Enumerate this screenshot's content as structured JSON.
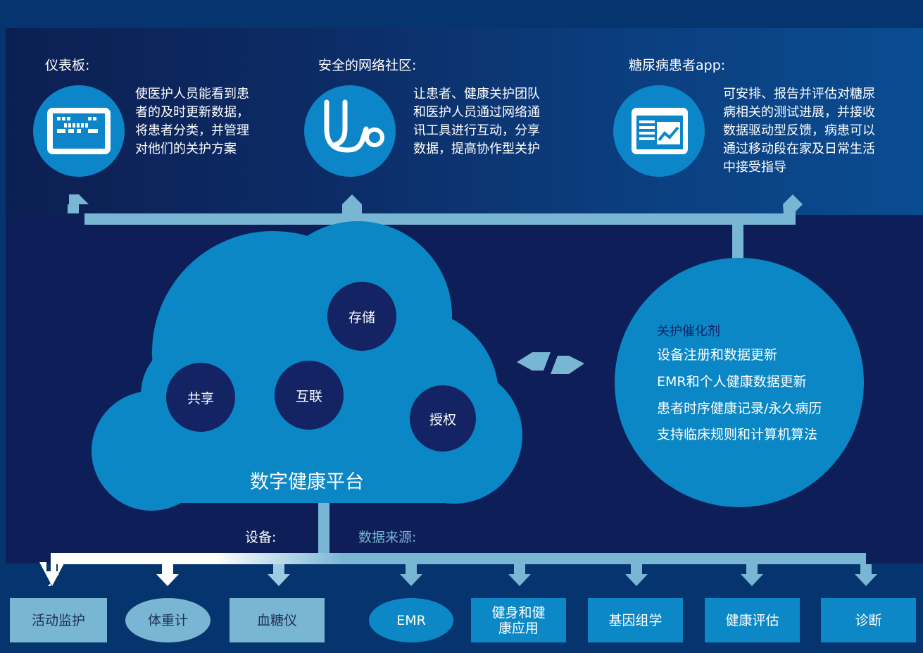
{
  "colors": {
    "accent_blue": "#0d88c6",
    "light_blue": "#79b6d4",
    "dark_navy": "#142363",
    "background": "#06346e"
  },
  "top": {
    "dashboard": {
      "title": "仪表板:",
      "icon": "monitor-icon",
      "desc": [
        "使医护人员能看到患",
        "者的及时更新数据，",
        "将患者分类，并管理",
        "对他们的关护方案"
      ]
    },
    "community": {
      "title": "安全的网络社区:",
      "icon": "stethoscope-icon",
      "desc": [
        "让患者、健康关护团队",
        "和医护人员通过网络通",
        "讯工具进行互动，分享",
        "数据，提高协作型关护"
      ]
    },
    "app": {
      "title": "糖尿病患者app:",
      "icon": "tablet-chart-icon",
      "desc": [
        "可安排、报告并评估对糖尿",
        "病相关的测试进展，并接收",
        "数据驱动型反馈，病患可以",
        "通过移动段在家及日常生活",
        "中接受指导"
      ]
    }
  },
  "cloud": {
    "title": "数字健康平台",
    "nodes": {
      "storage": "存储",
      "share": "共享",
      "interconnect": "互联",
      "authorize": "授权"
    }
  },
  "catalyst": {
    "title": "关护催化剂",
    "items": [
      "设备注册和数据更新",
      "EMR和个人健康数据更新",
      "患者时序健康记录/永久病历",
      "支持临床规则和计算机算法"
    ]
  },
  "labels": {
    "devices": "设备:",
    "data_sources": "数据来源:"
  },
  "bottom_boxes": [
    "活动监护",
    "体重计",
    "血糖仪",
    "EMR",
    "健身和健康应用",
    "基因组学",
    "健康评估",
    "诊断"
  ]
}
